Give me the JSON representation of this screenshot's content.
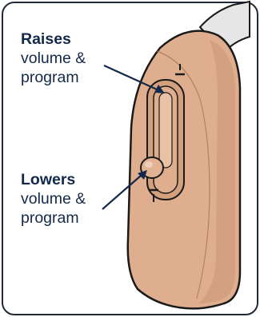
{
  "colors": {
    "frame_border": "#1f2a36",
    "label_text": "#13294b",
    "device_body": "#dfae8e",
    "device_shadow": "#c99772",
    "tube": "#e6e6e6",
    "outline": "#1a1a1a"
  },
  "icons": {
    "raise_marker": "up-arrow-marker-icon",
    "lower_marker": "down-arrow-marker-icon"
  },
  "labels": {
    "raises": {
      "title": "Raises",
      "line1": "volume &",
      "line2": "program"
    },
    "lowers": {
      "title": "Lowers",
      "line1": "volume &",
      "line2": "program"
    }
  }
}
